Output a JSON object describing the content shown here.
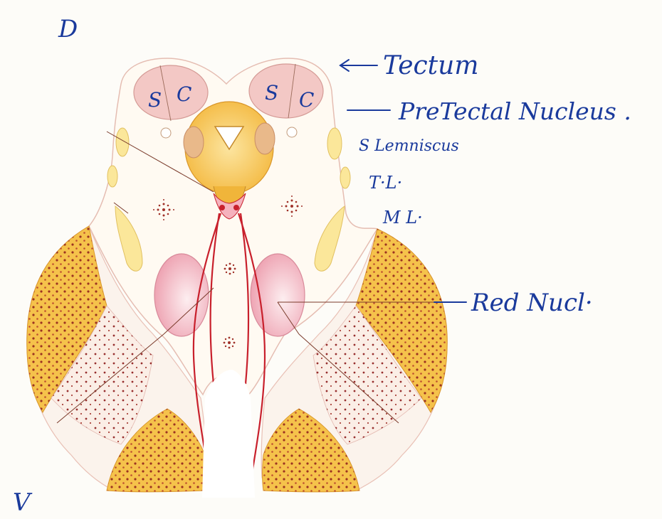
{
  "orientation": {
    "dorsal": "D",
    "ventral": "V"
  },
  "labels": {
    "tectum": "Tectum",
    "pretectal": "PreTectal Nucleus .",
    "s_lemniscus": "S Lemniscus",
    "tl": "T·L·",
    "ml": "M L·",
    "red_nucleus": "Red Nucl·"
  },
  "colliculus_letters": {
    "left_s": "S",
    "left_c": "C",
    "right_s": "S",
    "right_c": "C"
  },
  "colors": {
    "ink": "#1a3a9c",
    "outline": "#e3b8b0",
    "pink": "#f2b3bd",
    "yellow": "#f5c24b",
    "pale_yellow": "#fbe79a",
    "red": "#c8202c",
    "dot": "#8c1a1a"
  }
}
